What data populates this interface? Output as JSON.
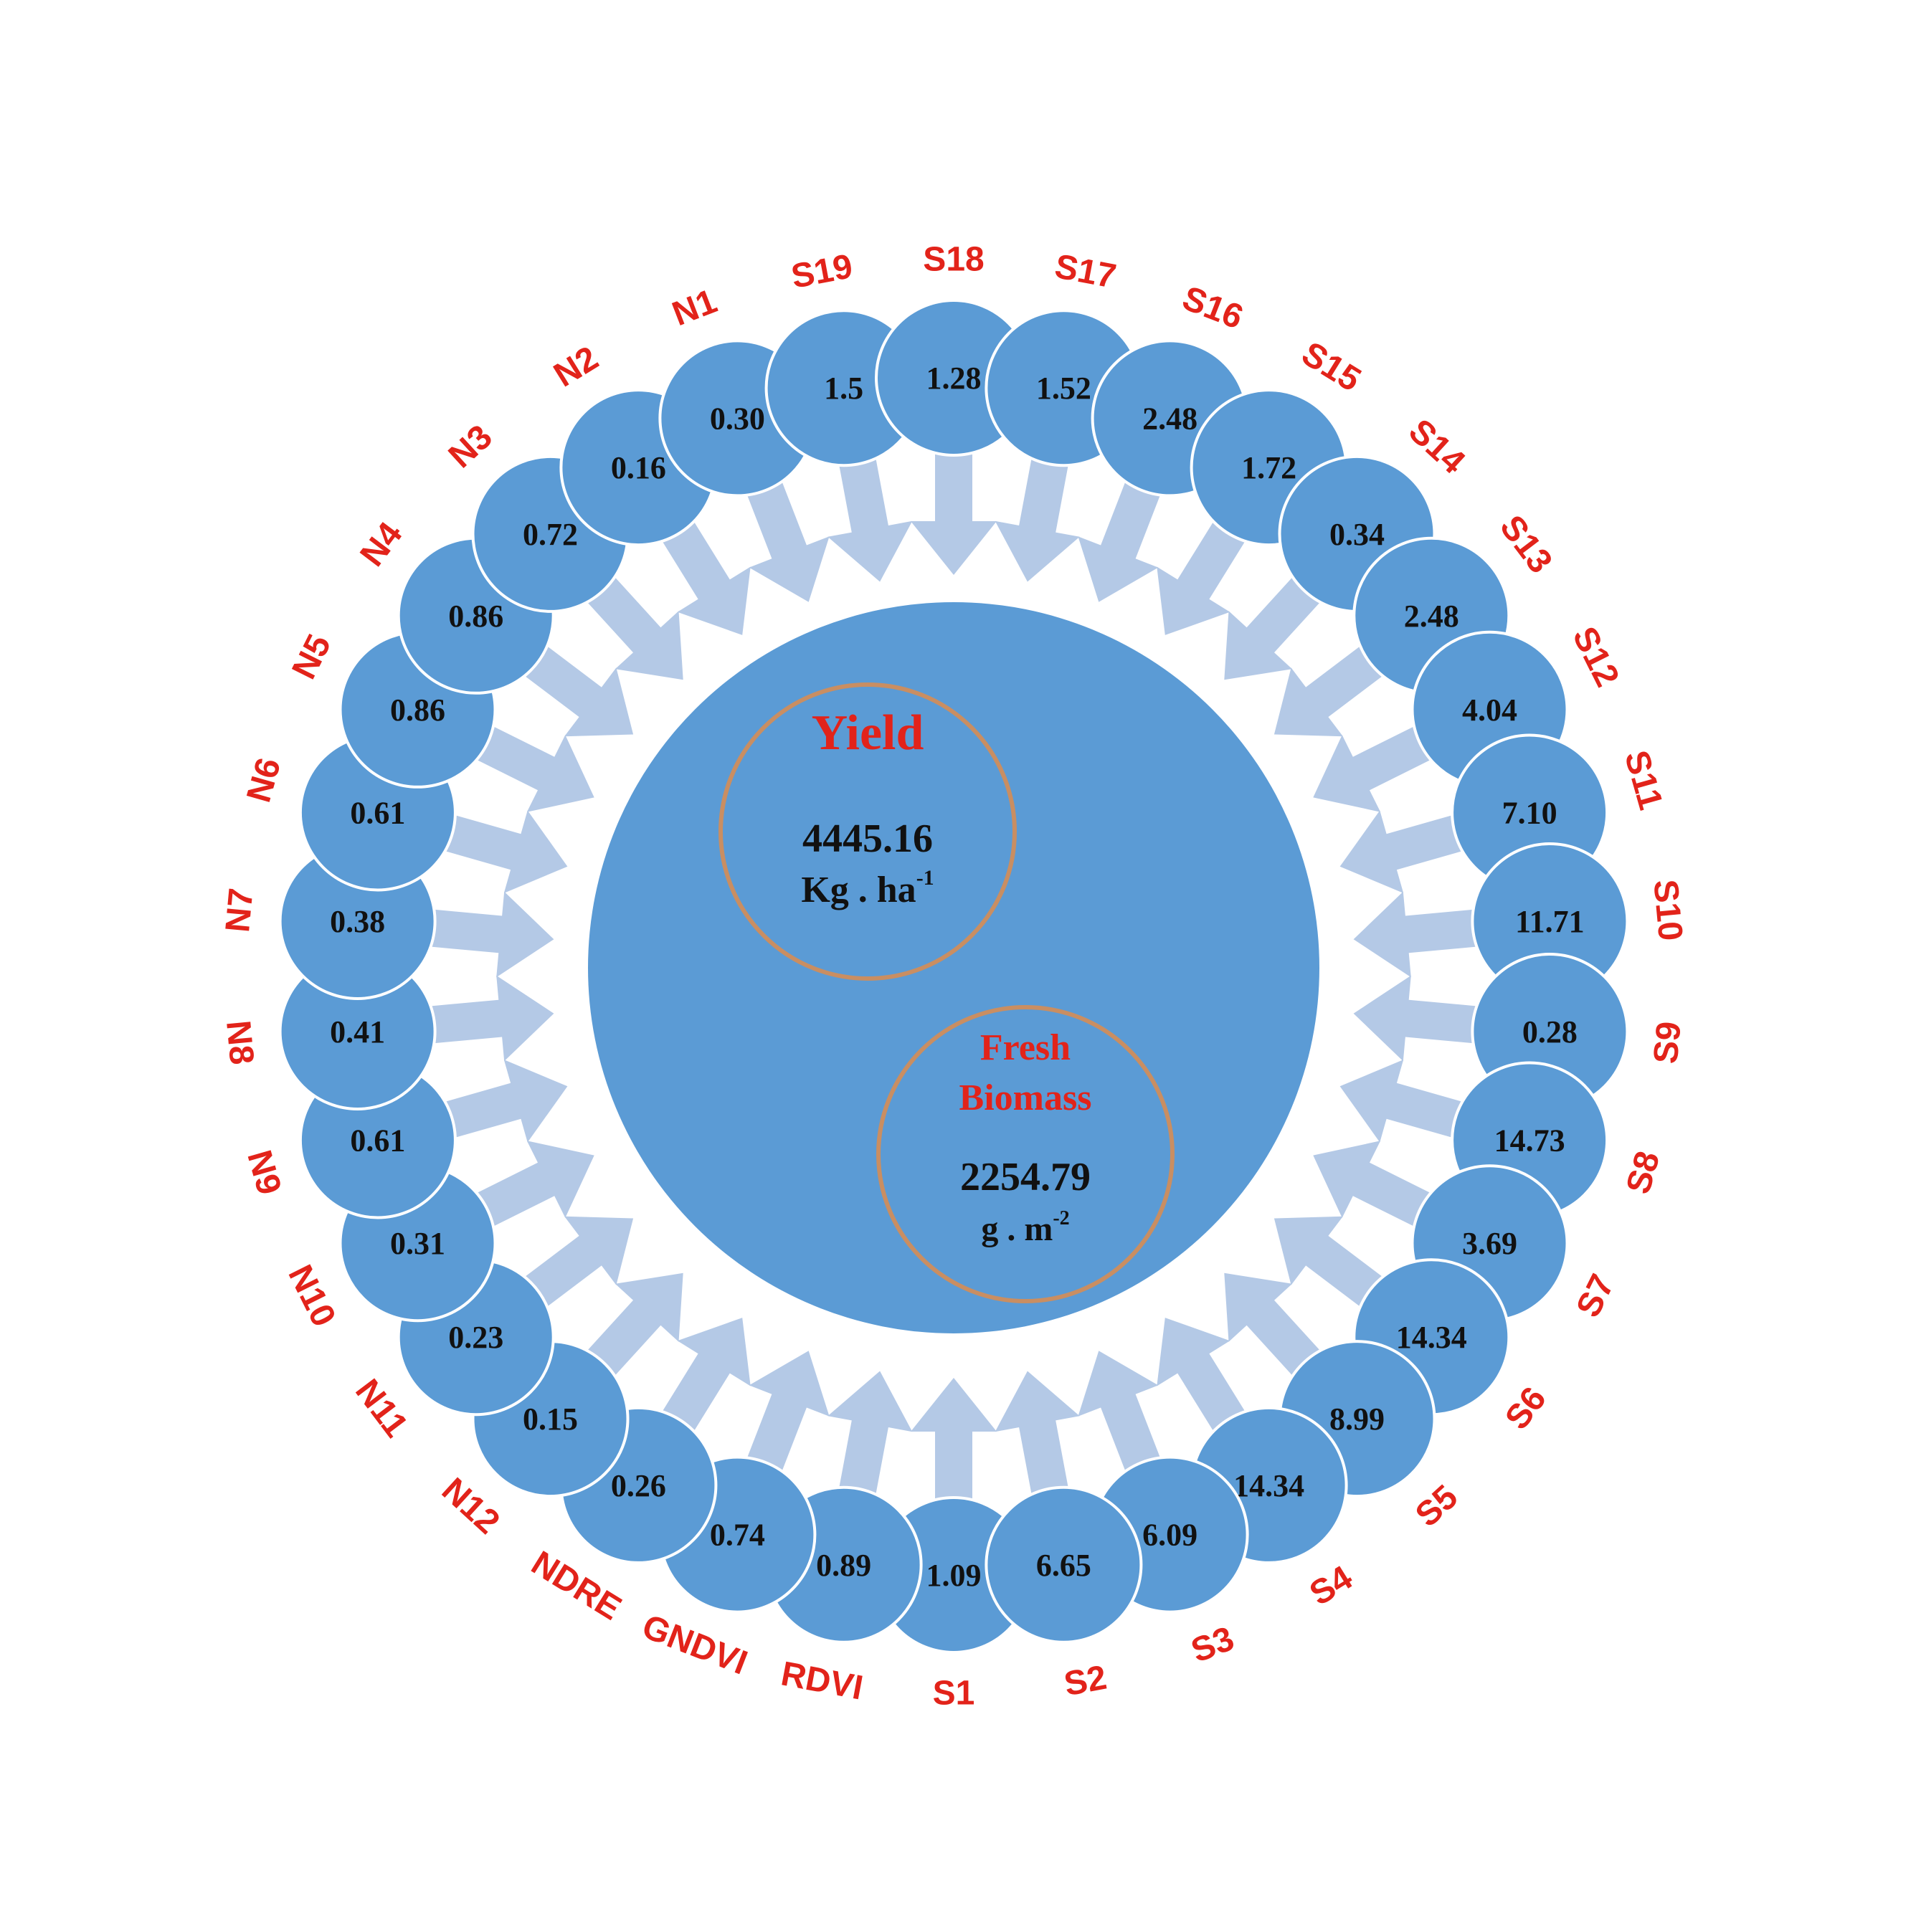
{
  "colors": {
    "node_fill": "#5b9bd5",
    "node_stroke": "#ffffff",
    "arrow_fill": "#b4c9e6",
    "label_color": "#e2231a",
    "ring_stroke": "#c98e62",
    "center_fill": "#5b9bd5"
  },
  "nodes": [
    {
      "label": "S1",
      "value": "1.09"
    },
    {
      "label": "RDVI",
      "value": "0.89"
    },
    {
      "label": "GNDVI",
      "value": "0.74"
    },
    {
      "label": "NDRE",
      "value": "0.26"
    },
    {
      "label": "N12",
      "value": "0.15"
    },
    {
      "label": "N11",
      "value": "0.23"
    },
    {
      "label": "N10",
      "value": "0.31"
    },
    {
      "label": "N9",
      "value": "0.61"
    },
    {
      "label": "N8",
      "value": "0.41"
    },
    {
      "label": "N7",
      "value": "0.38"
    },
    {
      "label": "N6",
      "value": "0.61"
    },
    {
      "label": "N5",
      "value": "0.86"
    },
    {
      "label": "N4",
      "value": "0.86"
    },
    {
      "label": "N3",
      "value": "0.72"
    },
    {
      "label": "N2",
      "value": "0.16"
    },
    {
      "label": "N1",
      "value": "0.30"
    },
    {
      "label": "S19",
      "value": "1.5"
    },
    {
      "label": "S18",
      "value": "1.28"
    },
    {
      "label": "S17",
      "value": "1.52"
    },
    {
      "label": "S16",
      "value": "2.48"
    },
    {
      "label": "S15",
      "value": "1.72"
    },
    {
      "label": "S14",
      "value": "0.34"
    },
    {
      "label": "S13",
      "value": "2.48"
    },
    {
      "label": "S12",
      "value": "4.04"
    },
    {
      "label": "S11",
      "value": "7.10"
    },
    {
      "label": "S10",
      "value": "11.71"
    },
    {
      "label": "S9",
      "value": "0.28"
    },
    {
      "label": "S8",
      "value": "14.73"
    },
    {
      "label": "S7",
      "value": "3.69"
    },
    {
      "label": "S6",
      "value": "14.34"
    },
    {
      "label": "S5",
      "value": "8.99"
    },
    {
      "label": "S4",
      "value": "14.34"
    },
    {
      "label": "S3",
      "value": "6.09"
    },
    {
      "label": "S2",
      "value": "6.65"
    }
  ],
  "center": {
    "yield": {
      "title": "Yield",
      "value": "4445.16",
      "unit_base": "Kg . ha",
      "unit_exp": "-1"
    },
    "biomass": {
      "title_line1": "Fresh",
      "title_line2": "Biomass",
      "value": "2254.79",
      "unit_base": "g . m",
      "unit_exp": "-2"
    }
  }
}
